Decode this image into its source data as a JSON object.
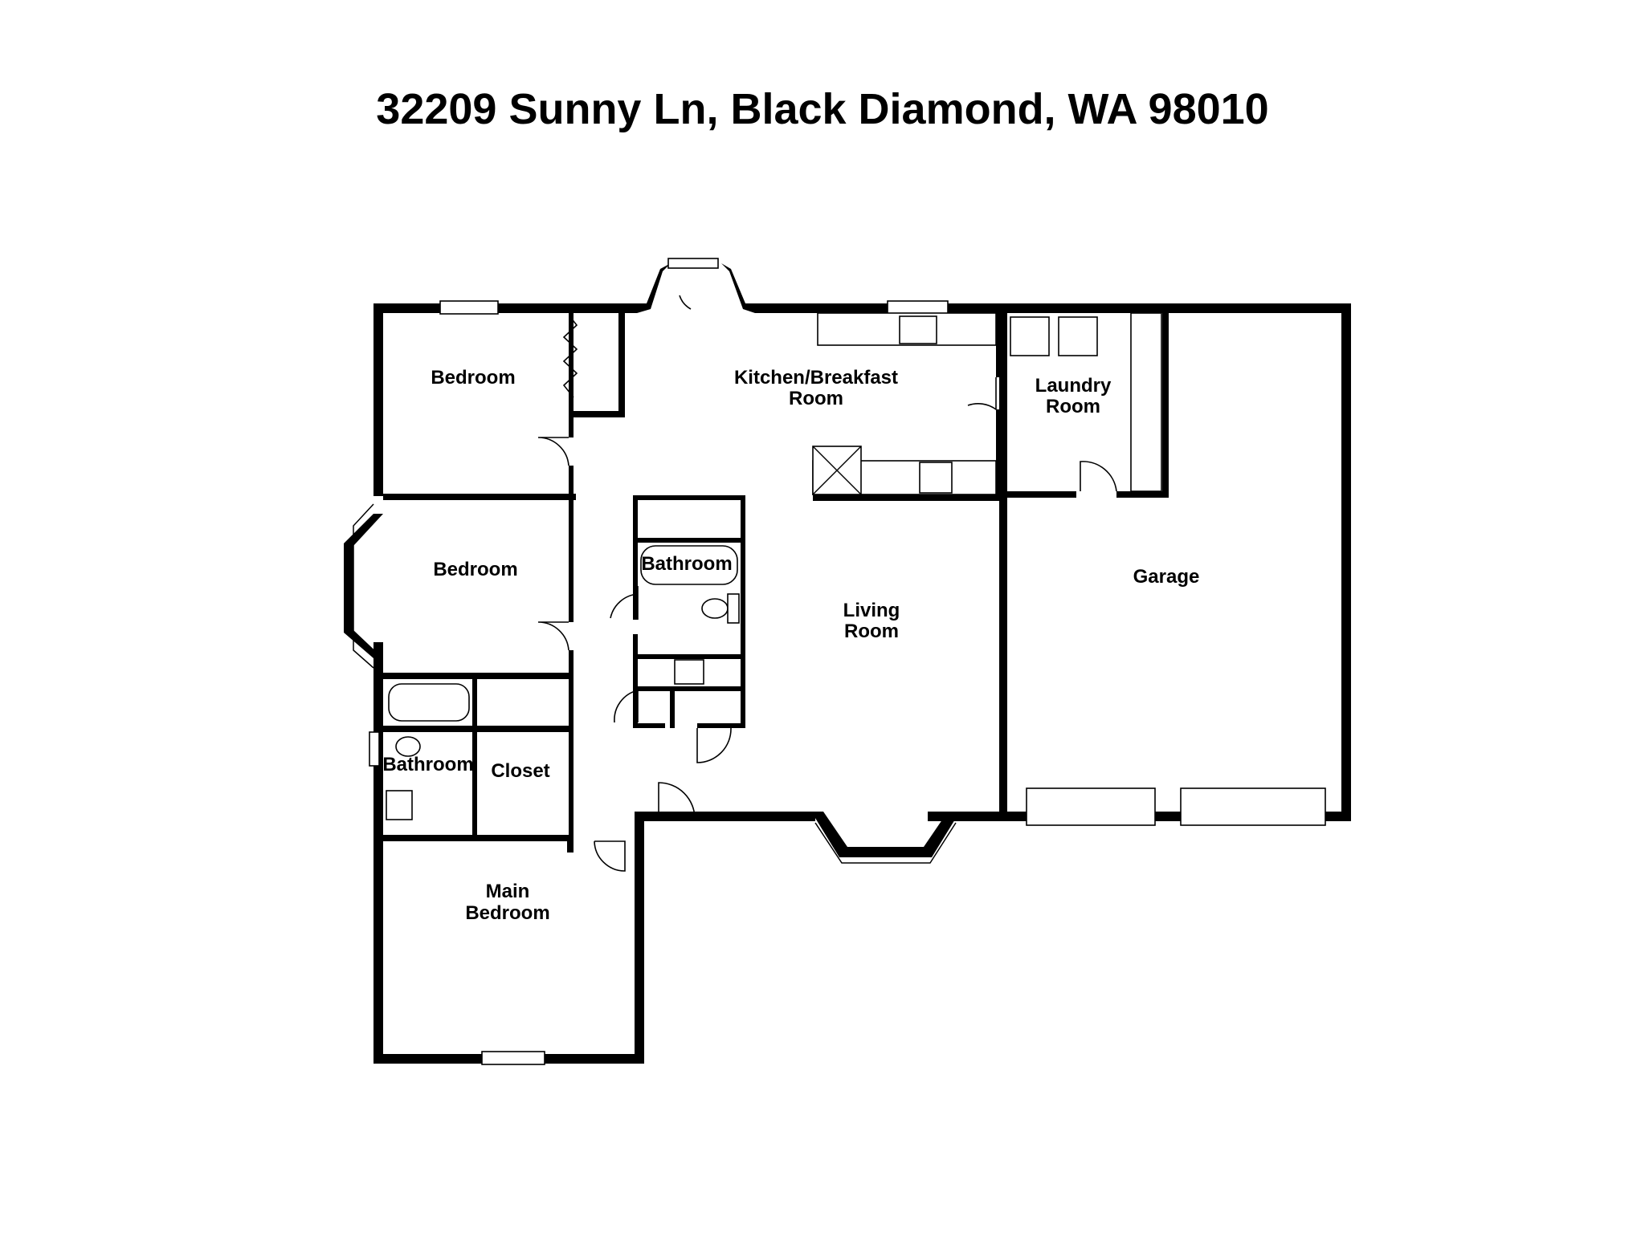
{
  "title": "32209 Sunny Ln, Black Diamond, WA 98010",
  "rooms": {
    "bedroom_1": "Bedroom",
    "kitchen_line1": "Kitchen/Breakfast",
    "kitchen_line2": "Room",
    "laundry_line1": "Laundry",
    "laundry_line2": "Room",
    "bedroom_2": "Bedroom",
    "bathroom_center": "Bathroom",
    "garage": "Garage",
    "living_line1": "Living",
    "living_line2": "Room",
    "bathroom_left": "Bathroom",
    "closet": "Closet",
    "main_bedroom_line1": "Main",
    "main_bedroom_line2": "Bedroom"
  },
  "colors": {
    "wall": "#000000",
    "background": "#ffffff"
  }
}
